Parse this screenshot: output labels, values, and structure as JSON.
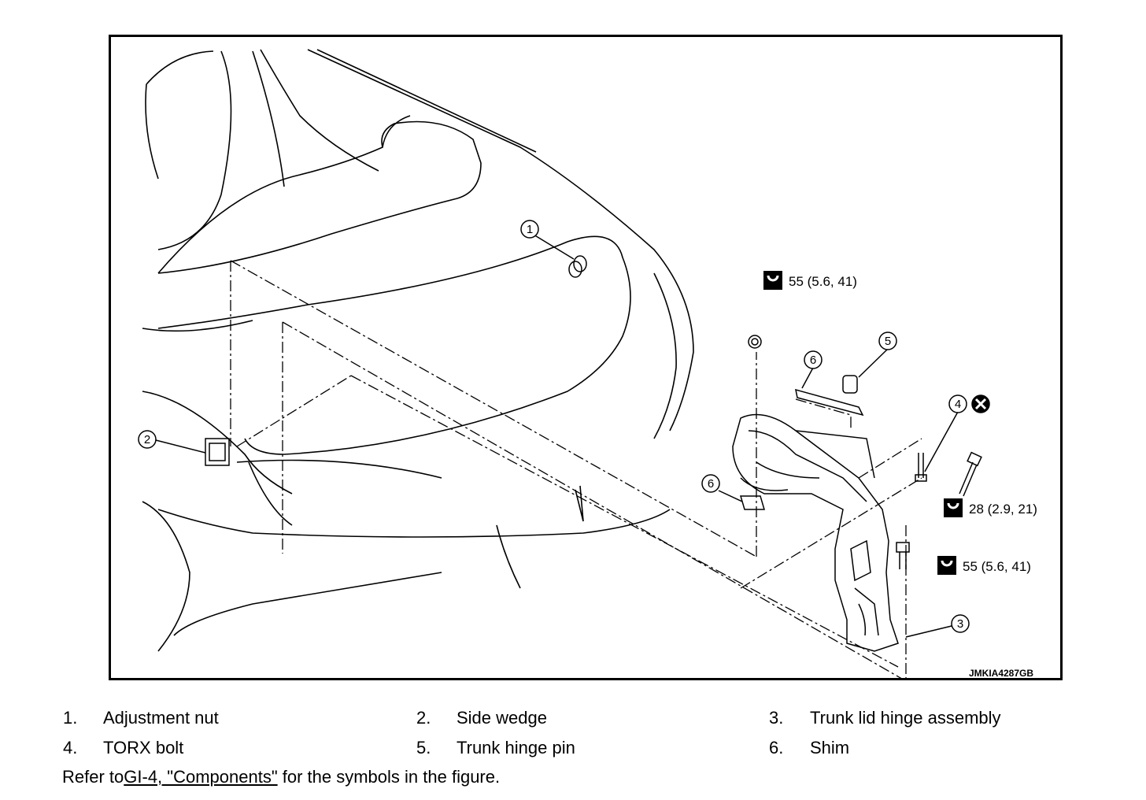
{
  "figure": {
    "image_code": "JMKIA4287GB",
    "callouts": [
      "1",
      "2",
      "3",
      "4",
      "5",
      "6",
      "6"
    ],
    "torques": {
      "nut_upper": "55 (5.6, 41)",
      "bolt_right": "28 (2.9, 21)",
      "bolt_lower": "55 (5.6, 41)"
    }
  },
  "legend": {
    "items": [
      {
        "num": "1.",
        "label": "Adjustment nut"
      },
      {
        "num": "2.",
        "label": "Side wedge"
      },
      {
        "num": "3.",
        "label": "Trunk lid hinge assembly"
      },
      {
        "num": "4.",
        "label": "TORX bolt"
      },
      {
        "num": "5.",
        "label": "Trunk hinge pin"
      },
      {
        "num": "6.",
        "label": "Shim"
      }
    ]
  },
  "reference": {
    "prefix": "Refer to",
    "link": "GI-4, \"Components\"",
    "suffix": " for the symbols in the figure."
  }
}
